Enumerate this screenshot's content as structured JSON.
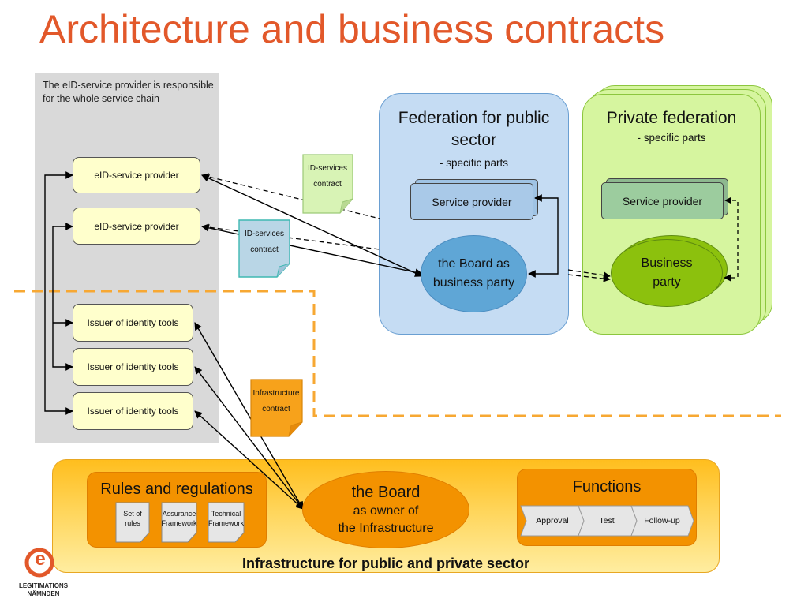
{
  "title": "Architecture and business contracts",
  "provider_panel": {
    "note": "The eID-service provider is responsible for the whole service chain",
    "providers": [
      "eID-service provider",
      "eID-service provider"
    ],
    "issuers": [
      "Issuer of  identity tools",
      "Issuer of  identity tools",
      "Issuer of  identity tools"
    ]
  },
  "contracts": {
    "id_services_1": "ID-services contract",
    "id_services_2": "ID-services contract",
    "infrastructure": "Infrastructure contract"
  },
  "public_federation": {
    "title": "Federation for public sector",
    "subtitle": "- specific parts",
    "service_provider": "Service provider",
    "board": "the Board as business party"
  },
  "private_federation": {
    "title": "Private federation",
    "subtitle": "- specific parts",
    "service_provider": "Service provider",
    "business_party": "Business party"
  },
  "infrastructure": {
    "label": "Infrastructure for public and private sector",
    "rules": {
      "title": "Rules and regulations",
      "docs": [
        "Set of rules",
        "Assurance Framework",
        "Technical Framework"
      ]
    },
    "board": {
      "line1": "the Board",
      "line2": "as owner of",
      "line3": "the Infrastructure"
    },
    "functions": {
      "title": "Functions",
      "steps": [
        "Approval",
        "Test",
        "Follow-up"
      ]
    }
  },
  "logo": {
    "mark": "e",
    "text_line1": "LEGITIMATIONS",
    "text_line2": "NÄMNDEN"
  },
  "colors": {
    "title": "#e2582a",
    "orange": "#f39200",
    "public_federation": "#c5dcf3",
    "private_federation": "#d6f59f",
    "dashed_boundary": "#f7a833"
  }
}
